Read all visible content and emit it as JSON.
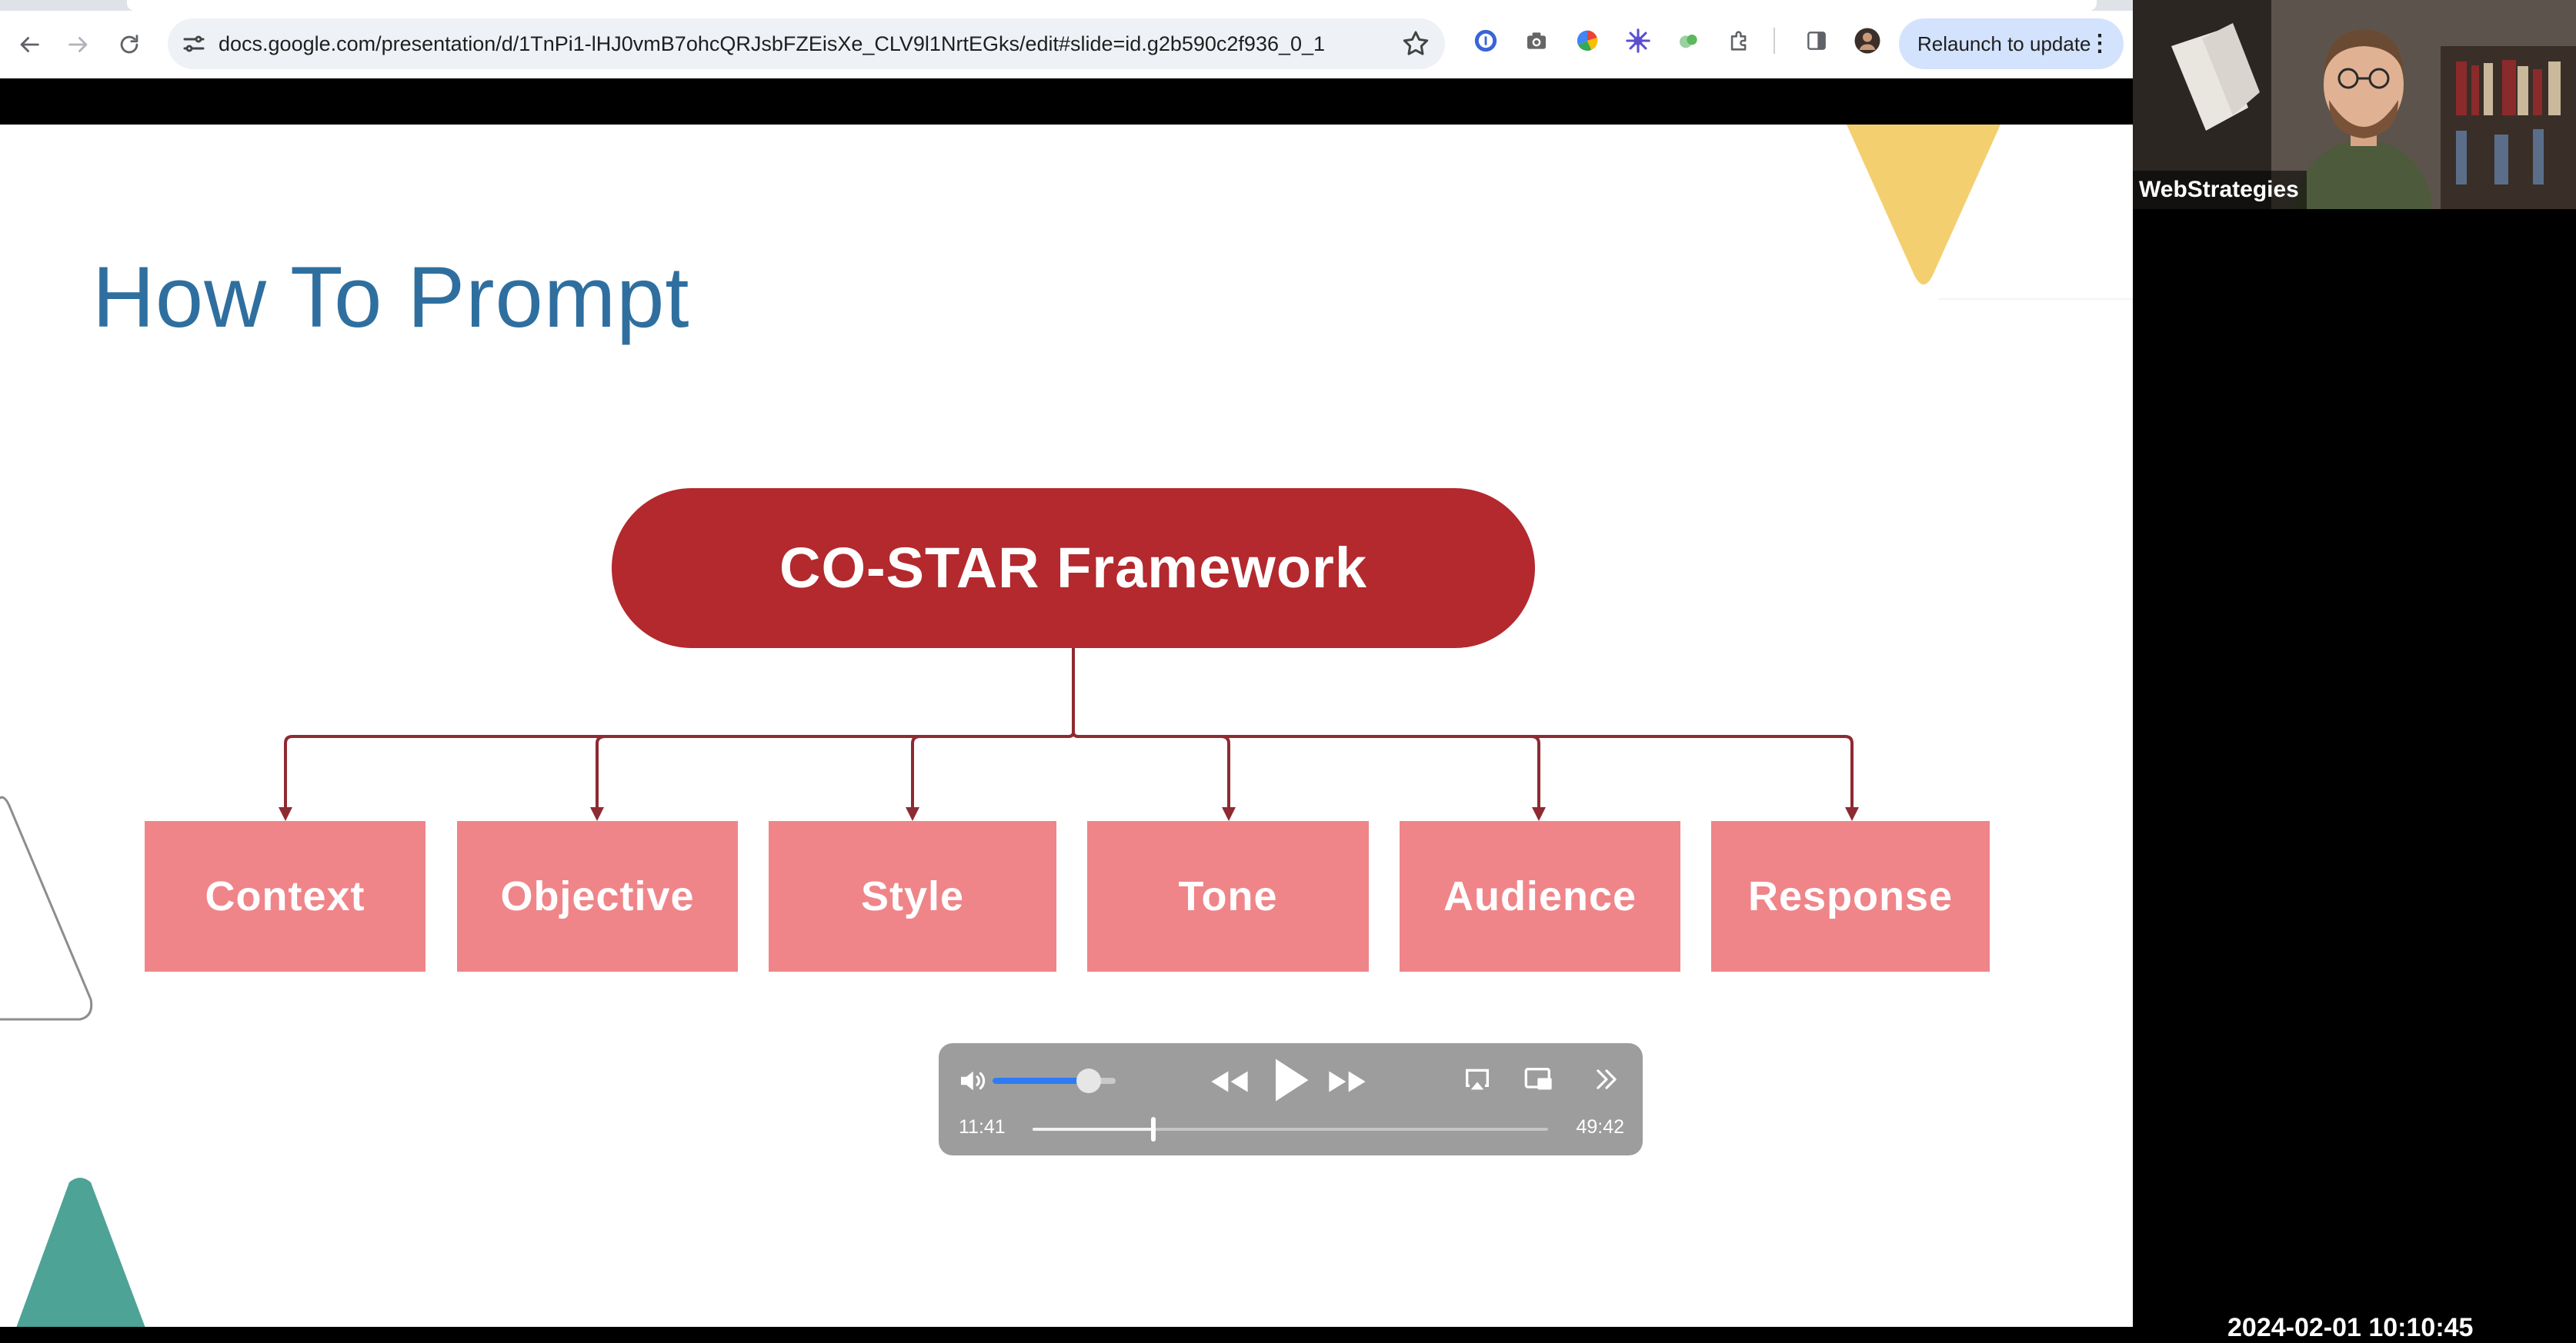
{
  "browser": {
    "url": "docs.google.com/presentation/d/1TnPi1-lHJ0vmB7ohcQRJsbFZEisXe_CLV9l1NrtEGks/edit#slide=id.g2b590c2f936_0_1",
    "relaunch_label": "Relaunch to update",
    "icons": {
      "back": "arrow-left-icon",
      "forward": "arrow-right-icon",
      "reload": "reload-icon",
      "site_info": "tune-icon",
      "bookmark": "star-icon",
      "extensions": [
        "password-manager-icon",
        "camera-icon",
        "color-picker-icon",
        "sparkle-icon",
        "link-extension-icon",
        "puzzle-icon",
        "side-panel-icon",
        "profile-avatar"
      ]
    }
  },
  "slide": {
    "title": "How To Prompt",
    "framework_title": "CO-STAR Framework",
    "boxes": [
      "Context",
      "Objective",
      "Style",
      "Tone",
      "Audience",
      "Response"
    ],
    "colors": {
      "title": "#2f6f9f",
      "pill": "#b3292e",
      "box": "#ef8589",
      "connector": "#8e2a31",
      "yellow_accent": "#f4cf6f",
      "teal_accent": "#4da396"
    }
  },
  "player": {
    "current_time": "11:41",
    "total_time": "49:42",
    "progress": 0.235,
    "volume": 0.78,
    "icons": [
      "volume-icon",
      "rewind-icon",
      "play-icon",
      "fast-forward-icon",
      "airplay-icon",
      "picture-in-picture-icon",
      "more-chevrons-icon"
    ]
  },
  "webcam": {
    "name": "WebStrategies"
  },
  "timestamp": "2024-02-01 10:10:45"
}
